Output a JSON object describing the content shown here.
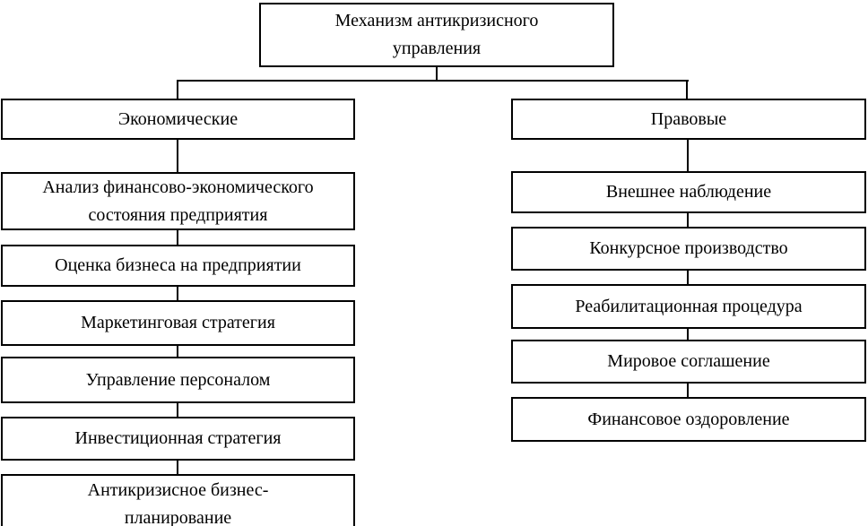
{
  "diagram": {
    "title": "Механизм антикризисного управления",
    "root": {
      "label": "Механизм антикризисного управления"
    },
    "branches": [
      {
        "label": "Экономические",
        "items": [
          "Анализ финансово-экономического состояния предприятия",
          "Оценка бизнеса на предприятии",
          "Маркетинговая стратегия",
          "Управление персоналом",
          "Инвестиционная стратегия",
          "Антикризисное бизнес-планирование"
        ]
      },
      {
        "label": "Правовые",
        "items": [
          "Внешнее наблюдение",
          "Конкурсное производство",
          "Реабилитационная процедура",
          "Мировое соглашение",
          "Финансовое оздоровление"
        ]
      }
    ],
    "colors": {
      "border": "#000000",
      "background": "#ffffff",
      "text": "#000000"
    }
  }
}
